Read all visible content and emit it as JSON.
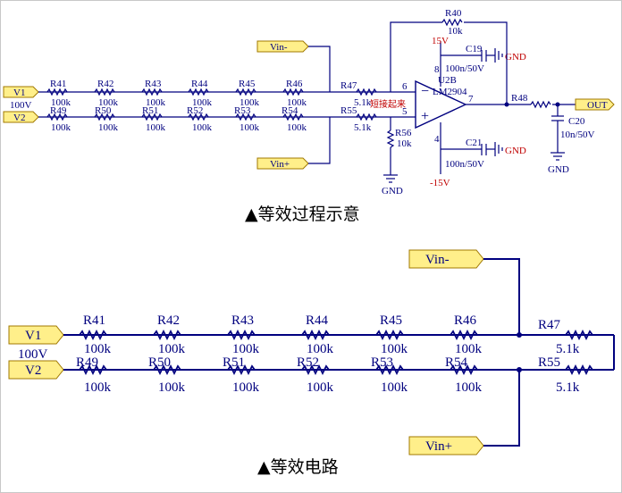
{
  "top": {
    "inputs": [
      {
        "name": "V1",
        "value": "100V"
      },
      {
        "name": "V2",
        "value": ""
      }
    ],
    "vin_minus": "Vin-",
    "vin_plus": "Vin+",
    "row1_resistors": [
      {
        "ref": "R41",
        "value": "100k"
      },
      {
        "ref": "R42",
        "value": "100k"
      },
      {
        "ref": "R43",
        "value": "100k"
      },
      {
        "ref": "R44",
        "value": "100k"
      },
      {
        "ref": "R45",
        "value": "100k"
      },
      {
        "ref": "R46",
        "value": "100k"
      }
    ],
    "row2_resistors": [
      {
        "ref": "R49",
        "value": "100k"
      },
      {
        "ref": "R50",
        "value": "100k"
      },
      {
        "ref": "R51",
        "value": "100k"
      },
      {
        "ref": "R52",
        "value": "100k"
      },
      {
        "ref": "R53",
        "value": "100k"
      },
      {
        "ref": "R54",
        "value": "100k"
      }
    ],
    "r47": {
      "ref": "R47",
      "value": "5.1k"
    },
    "r55": {
      "ref": "R55",
      "value": "5.1k"
    },
    "r56": {
      "ref": "R56",
      "value": "10k"
    },
    "r40": {
      "ref": "R40",
      "value": "10k"
    },
    "r48": {
      "ref": "R48"
    },
    "c19": {
      "ref": "C19",
      "value": "100n/50V"
    },
    "c21": {
      "ref": "C21",
      "value": "100n/50V"
    },
    "c20": {
      "ref": "C20",
      "value": "10n/50V"
    },
    "opamp": {
      "ref": "U2B",
      "part": "LM2904",
      "pin6": "6",
      "pin5": "5",
      "pin7": "7",
      "pin8": "8",
      "pin4": "4"
    },
    "pos_supply": "15V",
    "neg_supply": "-15V",
    "gnd": "GND",
    "out": "OUT",
    "short_note": "短接起来",
    "caption": "▲等效过程示意"
  },
  "bottom": {
    "inputs": [
      {
        "name": "V1",
        "value": "100V"
      },
      {
        "name": "V2"
      }
    ],
    "vin_minus": "Vin-",
    "vin_plus": "Vin+",
    "row1_resistors": [
      {
        "ref": "R41",
        "value": "100k"
      },
      {
        "ref": "R42",
        "value": "100k"
      },
      {
        "ref": "R43",
        "value": "100k"
      },
      {
        "ref": "R44",
        "value": "100k"
      },
      {
        "ref": "R45",
        "value": "100k"
      },
      {
        "ref": "R46",
        "value": "100k"
      }
    ],
    "row2_resistors": [
      {
        "ref": "R49",
        "value": "100k"
      },
      {
        "ref": "R50",
        "value": "100k"
      },
      {
        "ref": "R51",
        "value": "100k"
      },
      {
        "ref": "R52",
        "value": "100k"
      },
      {
        "ref": "R53",
        "value": "100k"
      },
      {
        "ref": "R54",
        "value": "100k"
      }
    ],
    "r47": {
      "ref": "R47",
      "value": "5.1k"
    },
    "r55": {
      "ref": "R55",
      "value": "5.1k"
    },
    "caption": "▲等效电路"
  },
  "colors": {
    "wire": "#00007f",
    "port_fill": "#ffef8a",
    "red": "#c00000"
  }
}
